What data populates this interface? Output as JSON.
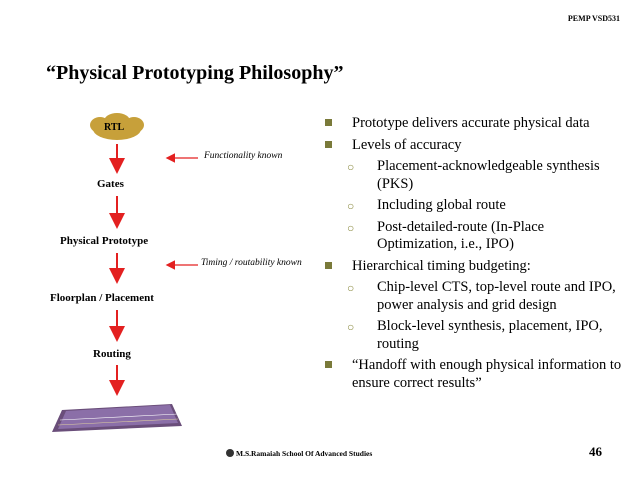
{
  "header": {
    "course_code": "PEMP VSD531"
  },
  "slide": {
    "title": "“Physical Prototyping Philosophy”"
  },
  "flow": {
    "stages": [
      "RTL",
      "Gates",
      "Physical Prototype",
      "Floorplan / Placement",
      "Routing"
    ],
    "notes": [
      "Functionality known",
      "Timing / routability known"
    ]
  },
  "bullets": [
    {
      "text": "Prototype delivers accurate physical data",
      "subs": []
    },
    {
      "text": "Levels of accuracy",
      "subs": [
        "Placement-acknowledgeable synthesis (PKS)",
        "Including global route",
        "Post-detailed-route (In-Place Optimization, i.e., IPO)"
      ]
    },
    {
      "text": "Hierarchical timing budgeting:",
      "subs": [
        "Chip-level CTS, top-level route and IPO, power analysis and grid design",
        "Block-level synthesis, placement, IPO, routing"
      ]
    },
    {
      "text": "“Handoff with enough physical information to ensure correct results”",
      "subs": []
    }
  ],
  "footer": {
    "institution": "M.S.Ramaiah School Of Advanced Studies",
    "page_number": "46"
  },
  "colors": {
    "arrow": "#e32020",
    "cloud": "#c7a03a",
    "bullet": "#7a7a3a"
  }
}
